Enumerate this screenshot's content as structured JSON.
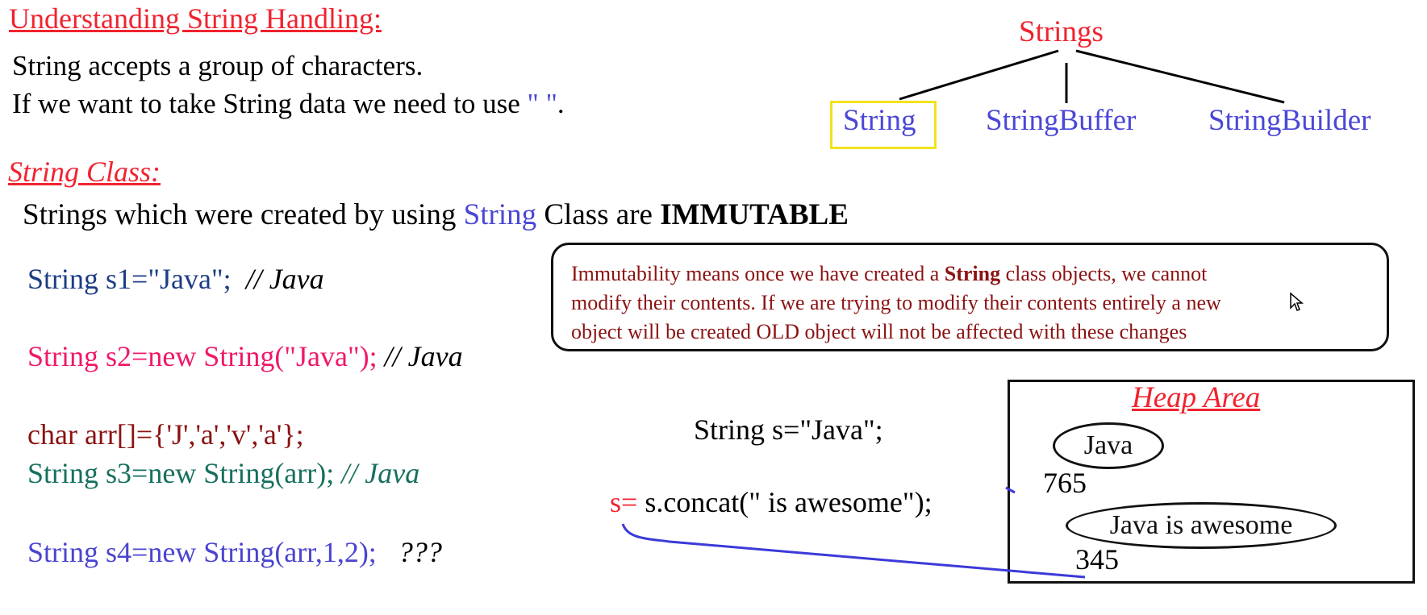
{
  "heading1": "Understanding String Handling:",
  "intro": {
    "line1": "String accepts a group of characters.",
    "line2_prefix": "If we want to take String data we need to use ",
    "line2_quote": "\" \"",
    "line2_suffix": "."
  },
  "tree": {
    "root": "Strings",
    "children": [
      "String",
      "StringBuffer",
      "StringBuilder"
    ]
  },
  "heading2": "String Class:",
  "immutable": {
    "prefix": "Strings which were created by using ",
    "keyword": "String",
    "middle": " Class are ",
    "bold": "IMMUTABLE"
  },
  "code": {
    "s1": "String s1=\"Java\";",
    "s1_comment": "// Java",
    "s2": "String s2=new String(\"Java\");",
    "s2_comment": "// Java",
    "arr": "char arr[]={'J','a','v','a'};",
    "s3": "String s3=new String(arr);",
    "s3_comment": "// Java",
    "s4": "String s4=new String(arr,1,2);",
    "s4_comment": "???"
  },
  "note": {
    "line1_prefix": "Immutability means once we have created a ",
    "line1_bold": "String",
    "line1_suffix": " class objects, we cannot",
    "line2": "modify their contents. If we are trying to modify their contents entirely a new",
    "line3": "object will be created OLD object will not be affected with these changes"
  },
  "example": {
    "decl": "String s=\"Java\";",
    "assign_lhs": "s=",
    "assign_rhs": " s.concat(\" is awesome\");"
  },
  "heap": {
    "title": "Heap Area",
    "obj1_value": "Java",
    "obj1_address": "765",
    "obj2_value": "Java is awesome",
    "obj2_address": "345"
  },
  "colors": {
    "heading": "#f0232f",
    "class_name": "#4b47d6",
    "note_text": "#8b1212",
    "highlight_box": "#f2e21a"
  }
}
